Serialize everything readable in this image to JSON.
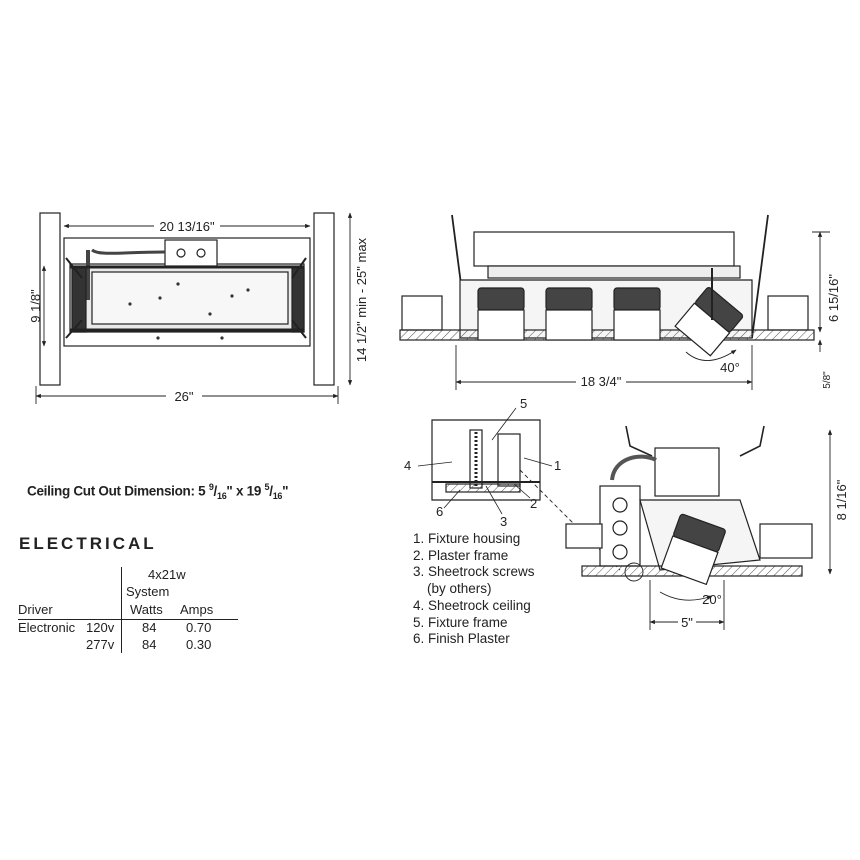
{
  "plan_view": {
    "dim_width_inner": "20 13/16\"",
    "dim_width_overall": "26\"",
    "dim_height": "9 1/8\"",
    "dim_joist": "14 1/2\" min - 25\" max"
  },
  "section_view": {
    "dim_height": "6 15/16\"",
    "dim_trim": "5/8\"",
    "dim_length": "18 3/4\"",
    "dim_angle": "40°"
  },
  "detail_view": {
    "dim_height": "8 1/16\"",
    "dim_angle": "20°",
    "dim_width": "5\"",
    "callouts": [
      "1",
      "2",
      "3",
      "4",
      "5",
      "6"
    ]
  },
  "cutout": {
    "label": "Ceiling Cut Out Dimension:",
    "a_whole": "5",
    "a_num": "9",
    "a_den": "16",
    "sep": "x",
    "b_whole": "19",
    "b_num": "5",
    "b_den": "16"
  },
  "electrical": {
    "heading": "ELECTRICAL",
    "config": "4x21w",
    "col_system": "System",
    "col_watts": "Watts",
    "col_amps": "Amps",
    "col_driver": "Driver",
    "rows": [
      {
        "driver": "Electronic",
        "voltage": "120v",
        "watts": "84",
        "amps": "0.70"
      },
      {
        "driver": "",
        "voltage": "277v",
        "watts": "84",
        "amps": "0.30"
      }
    ]
  },
  "legend": [
    "1. Fixture housing",
    "2. Plaster frame",
    "3. Sheetrock screws",
    "(by others)",
    "4. Sheetrock ceiling",
    "5. Fixture frame",
    "6. Finish Plaster"
  ]
}
